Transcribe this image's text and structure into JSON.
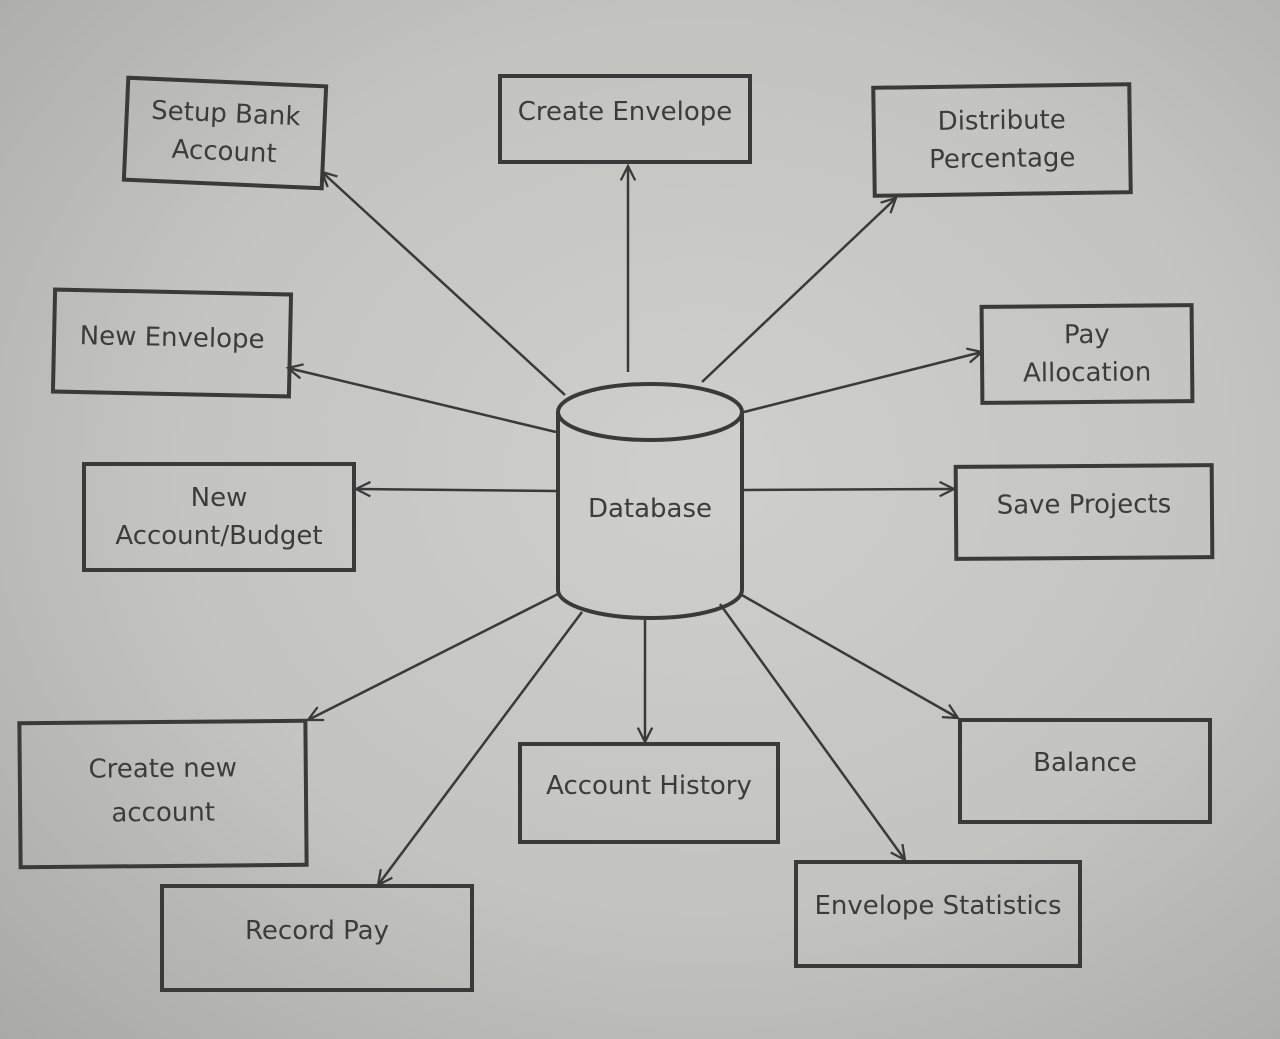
{
  "diagram": {
    "center": "Database",
    "nodes": [
      {
        "id": "setup-bank-account",
        "label": "Setup Bank\nAccount"
      },
      {
        "id": "create-envelope",
        "label": "Create Envelope"
      },
      {
        "id": "distribute-percentage",
        "label": "Distribute\nPercentage"
      },
      {
        "id": "new-envelope",
        "label": "New Envelope"
      },
      {
        "id": "pay-allocation",
        "label": "Pay\nAllocation"
      },
      {
        "id": "new-account-budget",
        "label": "New\nAccount/Budget"
      },
      {
        "id": "save-projects",
        "label": "Save Projects"
      },
      {
        "id": "create-new-account",
        "label": "Create new\naccount"
      },
      {
        "id": "account-history",
        "label": "Account History"
      },
      {
        "id": "balance",
        "label": "Balance"
      },
      {
        "id": "record-pay",
        "label": "Record Pay"
      },
      {
        "id": "envelope-statistics",
        "label": "Envelope Statistics"
      }
    ]
  }
}
